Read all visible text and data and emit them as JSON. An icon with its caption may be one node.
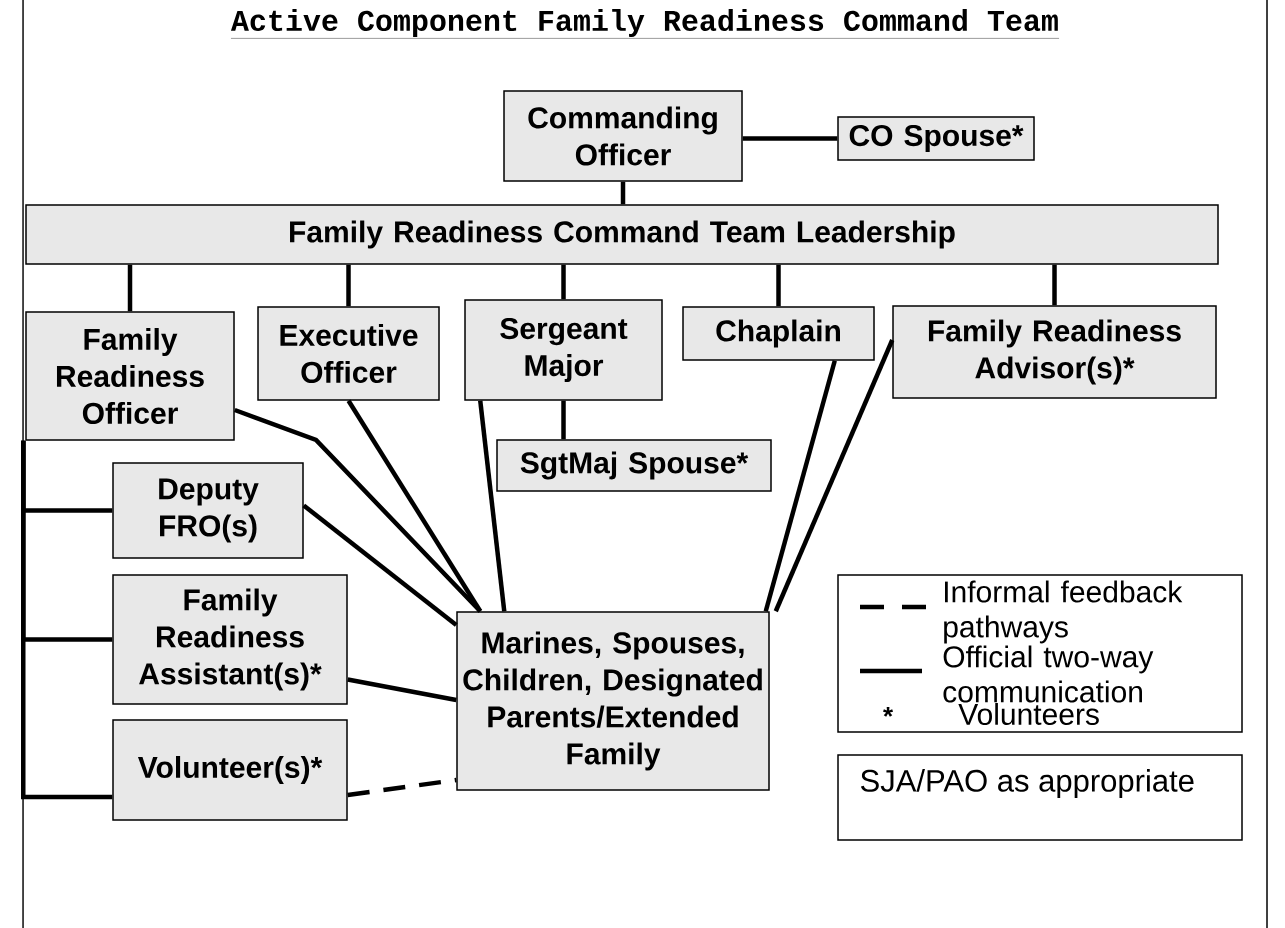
{
  "diagram": {
    "title": "Active Component Family Readiness Command Team",
    "nodes": [
      {
        "text": [
          "Commanding Officer"
        ]
      },
      {
        "text": [
          "CO Spouse*"
        ]
      },
      {
        "text": [
          "Family Readiness Command Team Leadership"
        ]
      },
      {
        "text": [
          "Family Readiness Officer"
        ]
      },
      {
        "text": [
          "Executive Officer"
        ]
      },
      {
        "text": [
          "Sergeant Major"
        ]
      },
      {
        "text": [
          "Chaplain"
        ]
      },
      {
        "text": [
          "Family Readiness Advisor(s)*"
        ]
      },
      {
        "text": [
          "SgtMaj Spouse*"
        ]
      },
      {
        "text": [
          "Deputy FRO(s)"
        ]
      },
      {
        "text": [
          "Family Readiness Assistant(s)*"
        ]
      },
      {
        "text": [
          "Volunteer(s)*"
        ]
      },
      {
        "text": [
          "Marines, Spouses, Children, Designated Parents/Extended Family"
        ]
      },
      {
        "text": [
          "SJA/PAO as appropriate"
        ]
      }
    ],
    "edges": [
      {
        "from": 0,
        "to": 1,
        "arrow": "none"
      },
      {
        "from": 0,
        "to": 2,
        "arrow": "none"
      },
      {
        "from": 2,
        "to": 3,
        "arrow": "none"
      },
      {
        "from": 2,
        "to": 4,
        "arrow": "none"
      },
      {
        "from": 2,
        "to": 5,
        "arrow": "none"
      },
      {
        "from": 2,
        "to": 6,
        "arrow": "none"
      },
      {
        "from": 2,
        "to": 7,
        "arrow": "none"
      },
      {
        "from": 5,
        "to": 8,
        "arrow": "none"
      },
      {
        "from": 3,
        "to": 9,
        "arrow": "none"
      },
      {
        "from": 3,
        "to": 10,
        "arrow": "none"
      },
      {
        "from": 3,
        "to": 11,
        "arrow": "none"
      },
      {
        "from": 3,
        "to": 12,
        "arrow": "none"
      },
      {
        "from": 4,
        "to": 12,
        "arrow": "none"
      },
      {
        "from": 5,
        "to": 12,
        "arrow": "none"
      },
      {
        "from": 6,
        "to": 12,
        "arrow": "none"
      },
      {
        "from": 7,
        "to": 12,
        "arrow": "none"
      },
      {
        "from": 9,
        "to": 12,
        "arrow": "none"
      },
      {
        "from": 10,
        "to": 12,
        "arrow": "none"
      },
      {
        "from": 11,
        "to": 12,
        "arrow": "none",
        "style": "dashed"
      }
    ],
    "labels": [
      "*"
    ],
    "legend": [
      {
        "text": "Informal feedback pathways"
      },
      {
        "text": "Official two-way communication"
      },
      {
        "text": "Volunteers"
      }
    ]
  }
}
